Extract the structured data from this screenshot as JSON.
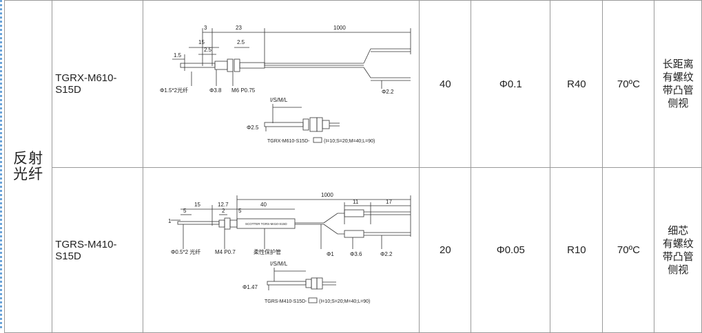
{
  "category": {
    "line1": "反射",
    "line2": "光纤"
  },
  "rows": [
    {
      "model": "TGRX-M610-S15D",
      "distance": "40",
      "min_object": "Φ0.1",
      "bend_radius": "R40",
      "temperature": "70ºC",
      "desc": [
        "长距离",
        "有螺纹",
        "带凸管",
        "侧视"
      ],
      "drawing": {
        "dim_top": [
          "3",
          "23",
          "1000"
        ],
        "dim_mid": [
          "15",
          "2.5"
        ],
        "dim_mid2": "2.5",
        "dim_left": "1.5",
        "label_fiber": "Φ1.5*2光纤",
        "label_phi": "Φ3.8",
        "label_thread": "M6 P0.75",
        "label_cable": "Φ2.2",
        "side_label": "I/S/M/L",
        "side_phi": "Φ2.5",
        "caption_model": "TGRX-M610-S15D-",
        "caption_note": "(I=10;S=20;M=40;L=90)"
      }
    },
    {
      "model": "TGRS-M410-S15D",
      "distance": "20",
      "min_object": "Φ0.05",
      "bend_radius": "R10",
      "temperature": "70ºC",
      "desc": [
        "细芯",
        "有螺纹",
        "带凸管",
        "侧视"
      ],
      "drawing": {
        "dim_top": "1000",
        "dim_a": [
          "15",
          "12.7",
          "40"
        ],
        "dim_b": [
          "5",
          "2",
          "5"
        ],
        "dim_c": [
          "11",
          "17"
        ],
        "dim_left": "1",
        "label_fiber": "Φ0.5*2 光纤",
        "label_thread": "M4 P0.7",
        "label_tube": "柔性保护管",
        "label_phi1": "Φ1",
        "label_phi36": "Φ3.6",
        "label_phi22": "Φ2.2",
        "tube_text": "SCOTTER TGRS-M410-S15D",
        "side_label": "I/S/M/L",
        "side_phi": "Φ1.47",
        "caption_model": "TGRS-M410-S15D-",
        "caption_note": "(I=10;S=20;M=40;L=90)"
      }
    }
  ]
}
